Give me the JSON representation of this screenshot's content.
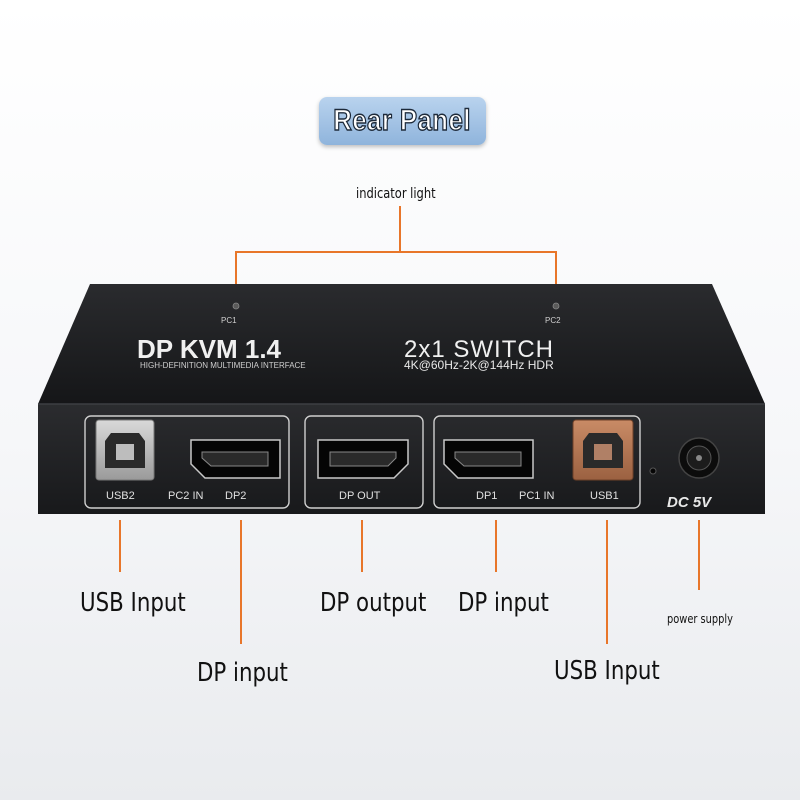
{
  "title": "Rear Panel",
  "callouts": {
    "indicator_light": "indicator light",
    "usb_input_left": "USB Input",
    "dp_input_left": "DP input",
    "dp_output": "DP output",
    "dp_input_right": "DP input",
    "usb_input_right": "USB Input",
    "power_supply": "power supply"
  },
  "device": {
    "model_line1": "DP KVM 1.4",
    "model_line1b": "2x1 SWITCH",
    "model_line2": "HIGH-DEFINITION MULTIMEDIA INTERFACE",
    "model_line2b": "4K@60Hz-2K@144Hz HDR",
    "indicator_pc1": "PC1",
    "indicator_pc2": "PC2",
    "port_group_left": {
      "usb": "USB2",
      "group": "PC2 IN",
      "dp": "DP2"
    },
    "port_group_mid": {
      "dp": "DP OUT"
    },
    "port_group_right": {
      "dp": "DP1",
      "group": "PC1 IN",
      "usb": "USB1"
    },
    "power": "DC 5V"
  },
  "colors": {
    "accent_line": "#e8762a",
    "device_body": "#1b1c1e",
    "title_badge": "#a6c4e6"
  }
}
